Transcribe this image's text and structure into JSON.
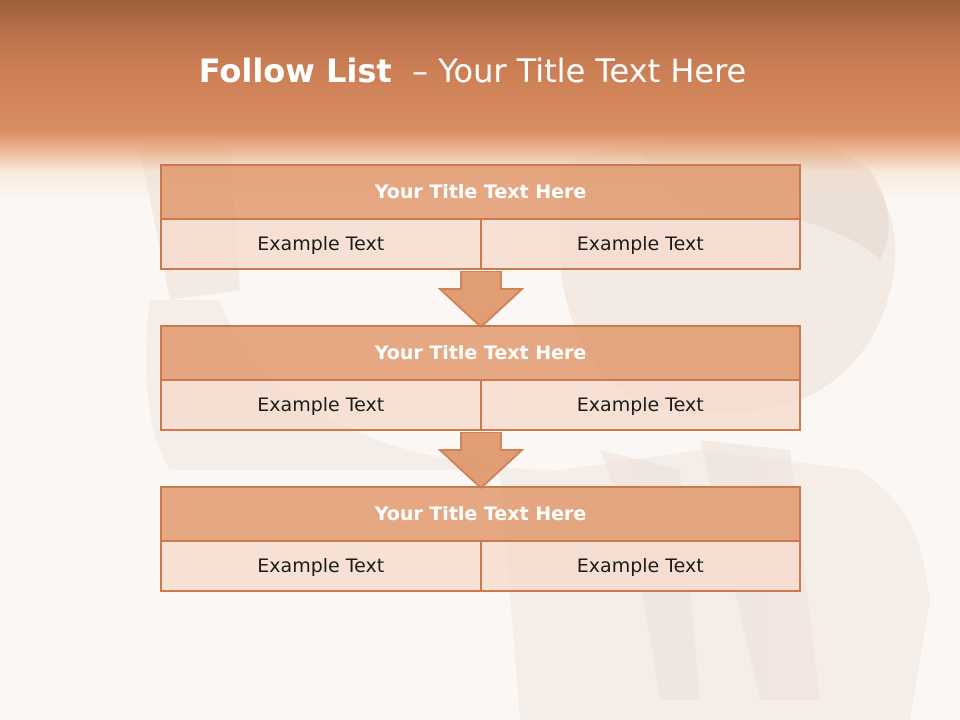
{
  "slide": {
    "title_bold": "Follow List",
    "title_rest": "  – Your Title Text Here"
  },
  "diagram": {
    "blocks": [
      {
        "title": "Your Title Text Here",
        "cells": [
          "Example Text",
          "Example Text"
        ]
      },
      {
        "title": "Your Title Text Here",
        "cells": [
          "Example Text",
          "Example Text"
        ]
      },
      {
        "title": "Your Title Text Here",
        "cells": [
          "Example Text",
          "Example Text"
        ]
      }
    ]
  },
  "colors": {
    "header": "#d68a5e",
    "block_title_fill": "#df9669",
    "block_cell_fill": "#f5dacd",
    "border": "#cc7a4c"
  }
}
